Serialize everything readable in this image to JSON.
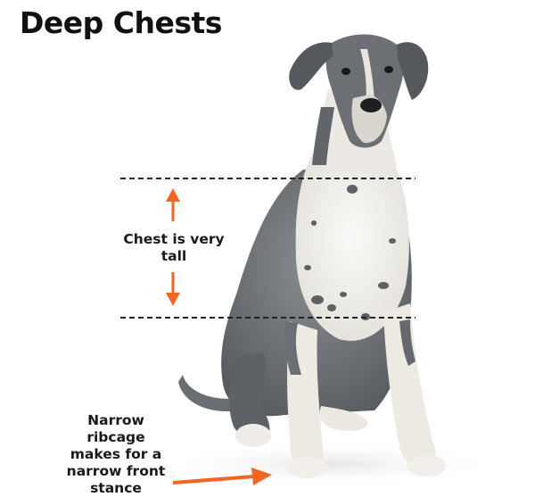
{
  "title": "Deep Chests",
  "annotations": {
    "chest_label_line1": "Chest is very",
    "chest_label_line2": "tall",
    "stance_label_lines": [
      "Narrow",
      "ribcage",
      "makes for a",
      "narrow front",
      "stance"
    ]
  },
  "colors": {
    "arrow": "#f26522",
    "text": "#111111",
    "dashed_line": "#222222",
    "dog_coat": "#6f7276",
    "dog_white": "#f3f1ee"
  },
  "illustration": {
    "subject": "dog-photo",
    "chest_indicator_icon": "double-arrow-icon",
    "stance_indicator_icon": "arrow-right-icon"
  }
}
